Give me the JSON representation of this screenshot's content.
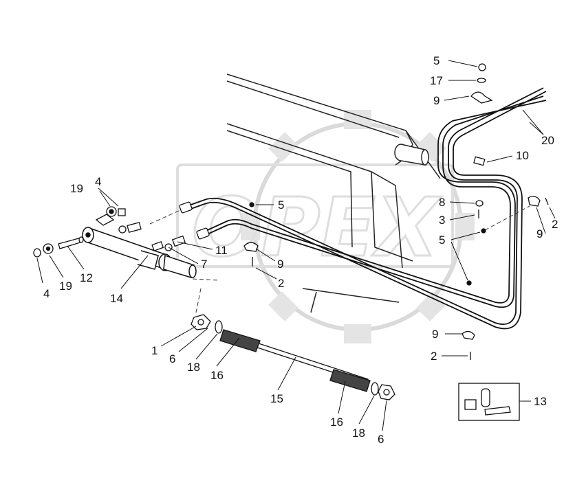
{
  "watermark": {
    "text": "OPEX"
  },
  "callouts": {
    "c5_top": "5",
    "c17": "17",
    "c9_top": "9",
    "c20": "20",
    "c10": "10",
    "c8": "8",
    "c3": "3",
    "c5_right": "5",
    "c9_right": "9",
    "c2_right": "2",
    "c5_center": "5",
    "c11": "11",
    "c7": "7",
    "c9_mid": "9",
    "c2_mid": "2",
    "c19_top": "19",
    "c4_top": "4",
    "c4_bottom": "4",
    "c19_bottom": "19",
    "c12": "12",
    "c14": "14",
    "c1": "1",
    "c6_left": "6",
    "c18_left": "18",
    "c16_left": "16",
    "c15": "15",
    "c16_right": "16",
    "c18_right": "18",
    "c6_right": "6",
    "c9_lower": "9",
    "c2_lower": "2",
    "c13": "13"
  }
}
